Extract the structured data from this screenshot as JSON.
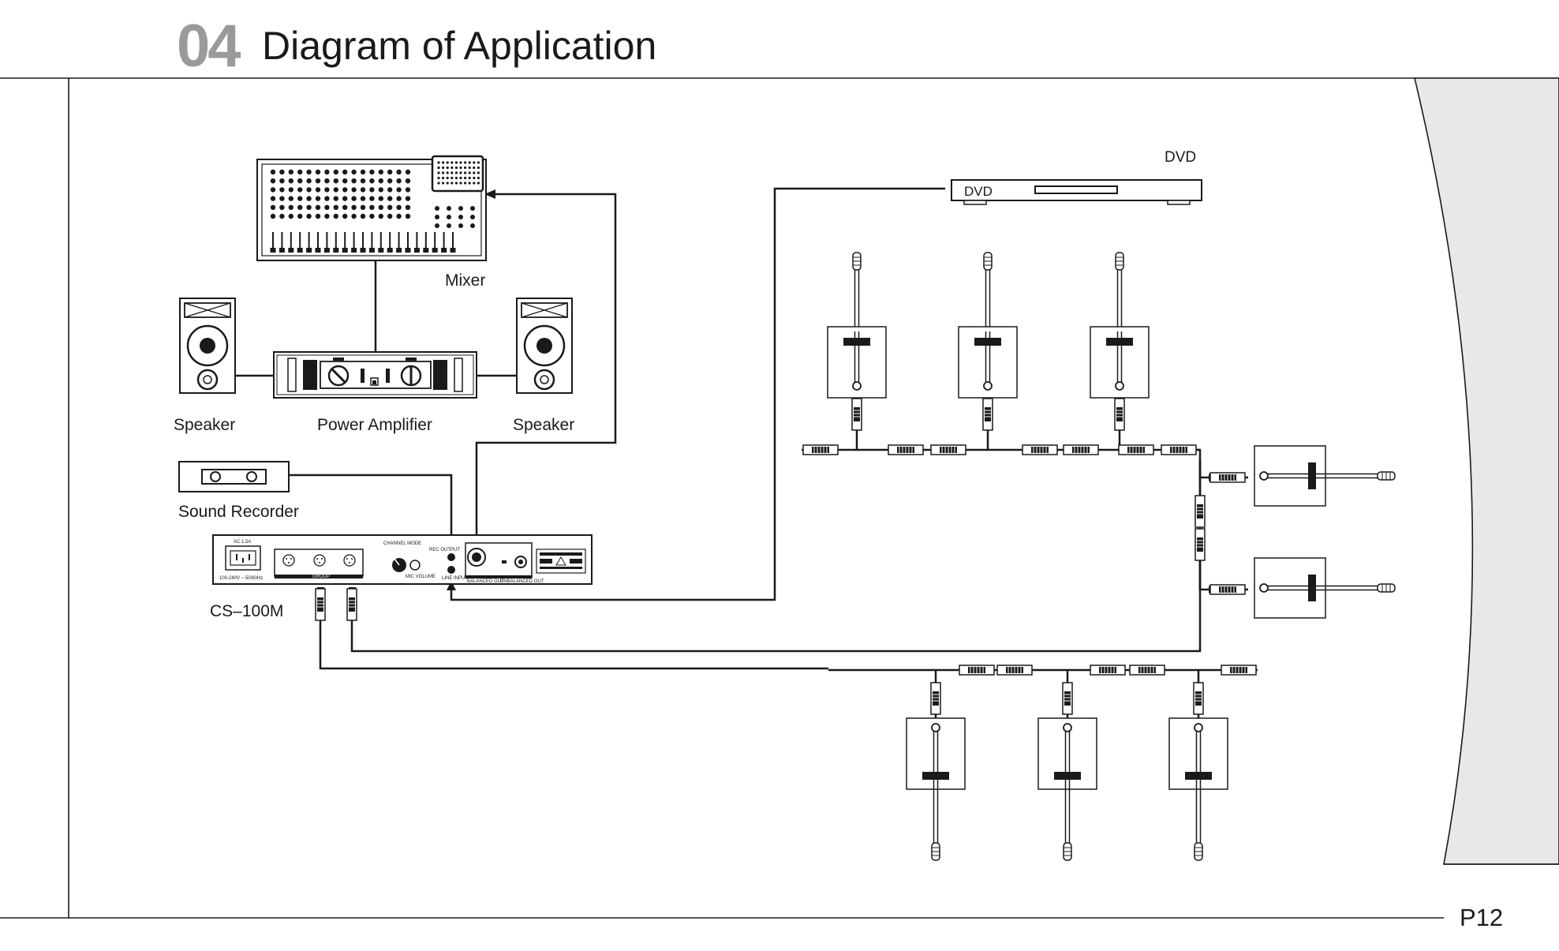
{
  "header": {
    "section_number": "04",
    "title": "Diagram of Application"
  },
  "page_number": "P12",
  "colors": {
    "ink": "#1a1a1a",
    "section_number": "#9a9a9a",
    "side_panel": "#e8e8e8"
  },
  "diagram": {
    "labels": {
      "mixer": "Mixer",
      "speaker_left": "Speaker",
      "speaker_right": "Speaker",
      "power_amplifier": "Power Amplifier",
      "sound_recorder": "Sound Recorder",
      "main_unit": "CS–100M",
      "dvd_caption": "DVD",
      "dvd_device_text": "DVD"
    },
    "main_unit_panel": {
      "power_rating": "AC 1.5A",
      "voltage": "100-240V ~ 50/60Hz",
      "group": "GROUP",
      "channel_mode": "CHANNEL MODE",
      "mic_volume": "MIC VOLUME",
      "rec_output": "REC OUTPUT",
      "line_input": "LINE INPUT",
      "balanced_out": "BALANCED OUT",
      "unbalanced_out": "UNBALANCED OUT"
    }
  }
}
